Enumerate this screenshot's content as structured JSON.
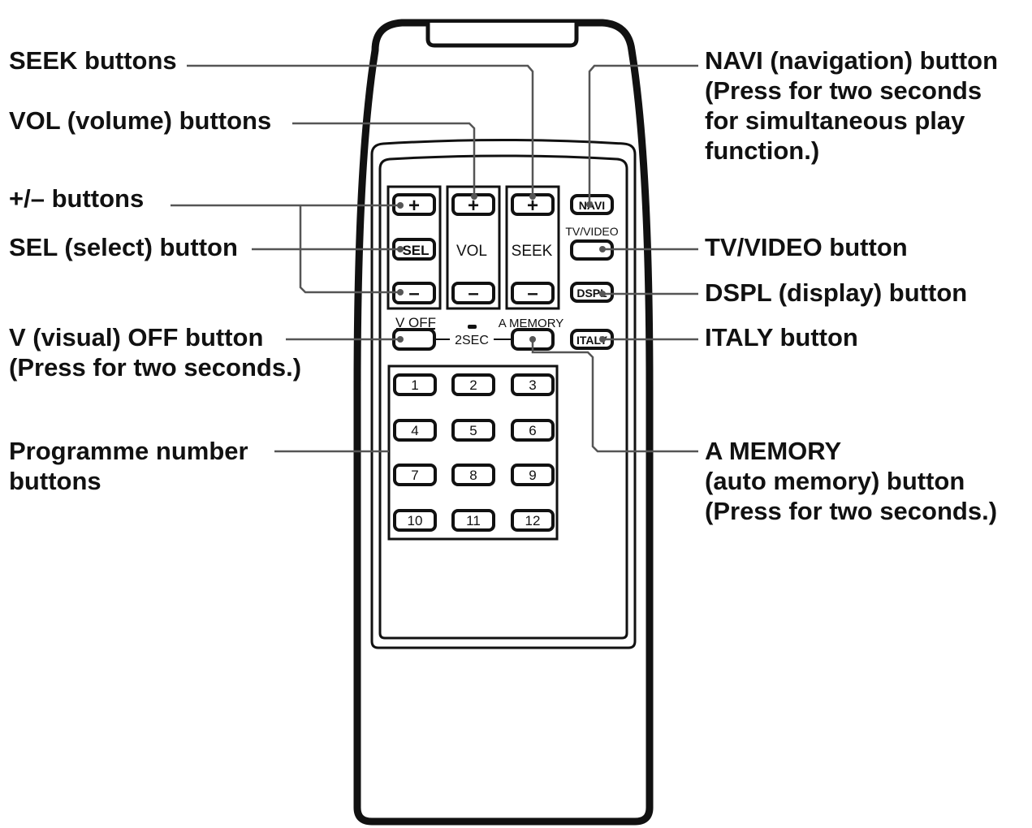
{
  "colors": {
    "ink": "#111111",
    "remote_body": "#ffffff",
    "button_fill": "#ffffff",
    "leader_line": "#555555"
  },
  "annotations": {
    "seek": [
      "SEEK buttons"
    ],
    "vol": [
      "VOL (volume) buttons"
    ],
    "plusminus": [
      "+/– buttons"
    ],
    "sel": [
      "SEL (select) button"
    ],
    "voff": [
      "V (visual) OFF button",
      "(Press for two seconds.)"
    ],
    "programme": [
      "Programme number",
      "buttons"
    ],
    "navi": [
      "NAVI (navigation) button",
      "(Press for two seconds",
      "for simultaneous play",
      "function.)"
    ],
    "tvvideo": [
      "TV/VIDEO button"
    ],
    "dspl": [
      "DSPL (display) button"
    ],
    "italy": [
      "ITALY button"
    ],
    "amemory": [
      "A MEMORY",
      "(auto memory) button",
      "(Press for two seconds.)"
    ]
  },
  "remote": {
    "plus_symbol": "+",
    "minus_symbol": "–",
    "sel_label": "SEL",
    "vol_label": "VOL",
    "seek_label": "SEEK",
    "navi_label": "NAVI",
    "tvvideo_label": "TV/VIDEO",
    "dspl_label": "DSPL",
    "italy_label": "ITALY",
    "voff_label": "V OFF",
    "amemory_label": "A MEMORY",
    "twosec_label": "2SEC",
    "numbers": [
      "1",
      "2",
      "3",
      "4",
      "5",
      "6",
      "7",
      "8",
      "9",
      "10",
      "11",
      "12"
    ]
  }
}
